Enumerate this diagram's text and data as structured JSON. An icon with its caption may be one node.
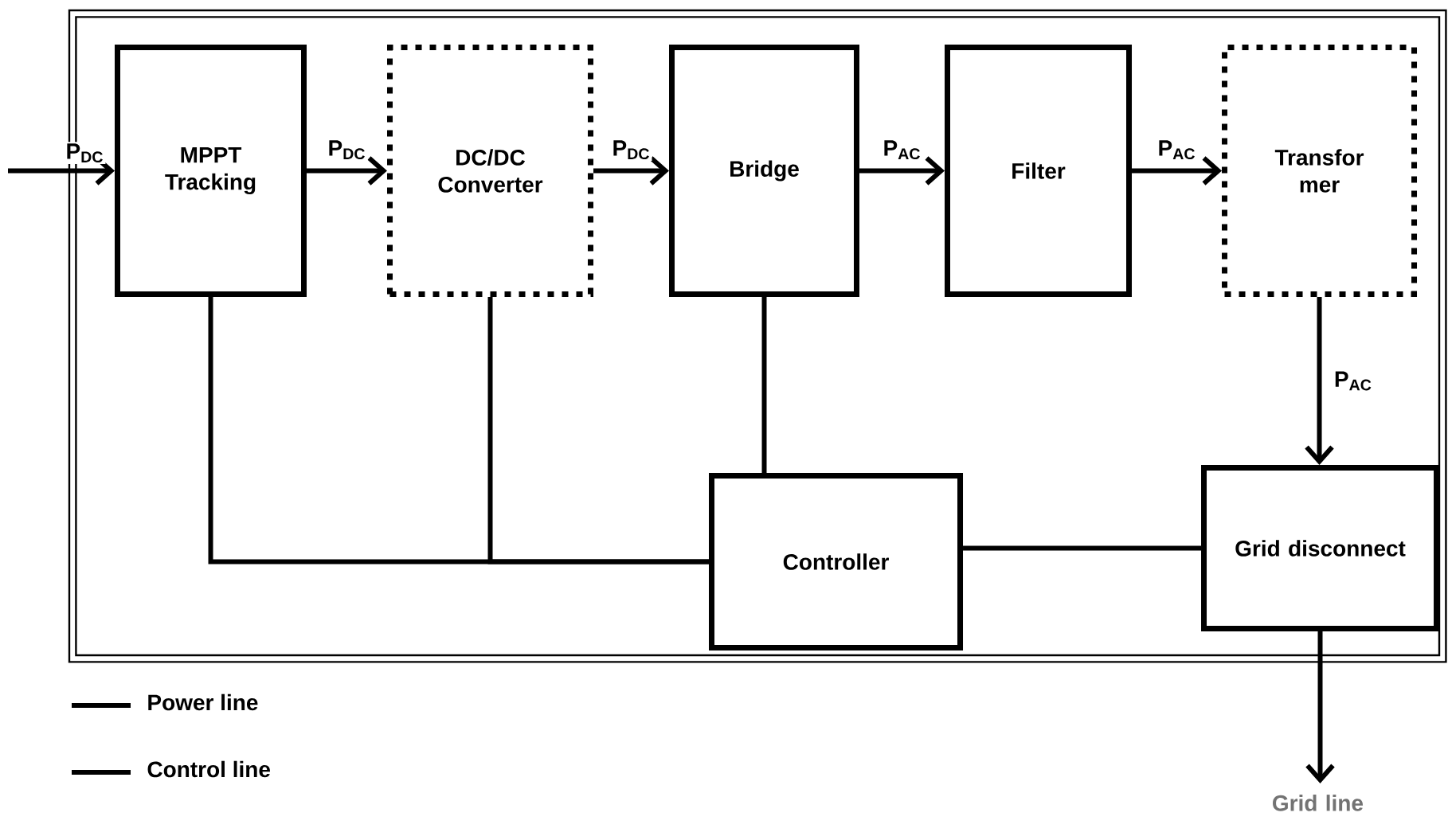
{
  "diagram": {
    "nodes": [
      {
        "text": [],
        "shape": "box"
      },
      {
        "text": [
          "MPPT Tracking"
        ],
        "in": 0
      },
      {
        "text": [
          "DC/DC Converter"
        ],
        "in": 0
      },
      {
        "text": [
          "Bridge"
        ],
        "in": 0
      },
      {
        "text": [
          "Filter"
        ],
        "in": 0
      },
      {
        "text": [
          "Transfor mer"
        ],
        "in": 0
      },
      {
        "text": [
          "Controller"
        ],
        "in": 0
      },
      {
        "text": [
          "Grid disconnect"
        ],
        "in": 0
      },
      {
        "text": [
          "Grid line"
        ]
      }
    ],
    "edges": [
      {
        "from": null,
        "to": 1,
        "arrow": "to",
        "label": "P$_{DC}$"
      },
      {
        "from": 1,
        "to": 2,
        "arrow": "to",
        "label": "P$_{DC}$"
      },
      {
        "from": 2,
        "to": 3,
        "arrow": "to",
        "label": "P$_{DC}$"
      },
      {
        "from": 3,
        "to": 4,
        "arrow": "to",
        "label": "P$_{AC}$"
      },
      {
        "from": 4,
        "to": 5,
        "arrow": "to",
        "label": "P$_{AC}$"
      },
      {
        "from": 5,
        "to": 7,
        "arrow": "to",
        "label": "P$_{AC}$"
      },
      {
        "from": 7,
        "to": 8,
        "arrow": "to"
      },
      {
        "from": 1,
        "to": 6,
        "arrow": "none"
      },
      {
        "from": 2,
        "to": 6,
        "arrow": "none"
      },
      {
        "from": 3,
        "to": 6,
        "arrow": "none"
      },
      {
        "from": 7,
        "to": 6,
        "arrow": "none"
      }
    ],
    "legend": [
      {
        "text": "Power line"
      },
      {
        "text": "Control line"
      }
    ]
  }
}
